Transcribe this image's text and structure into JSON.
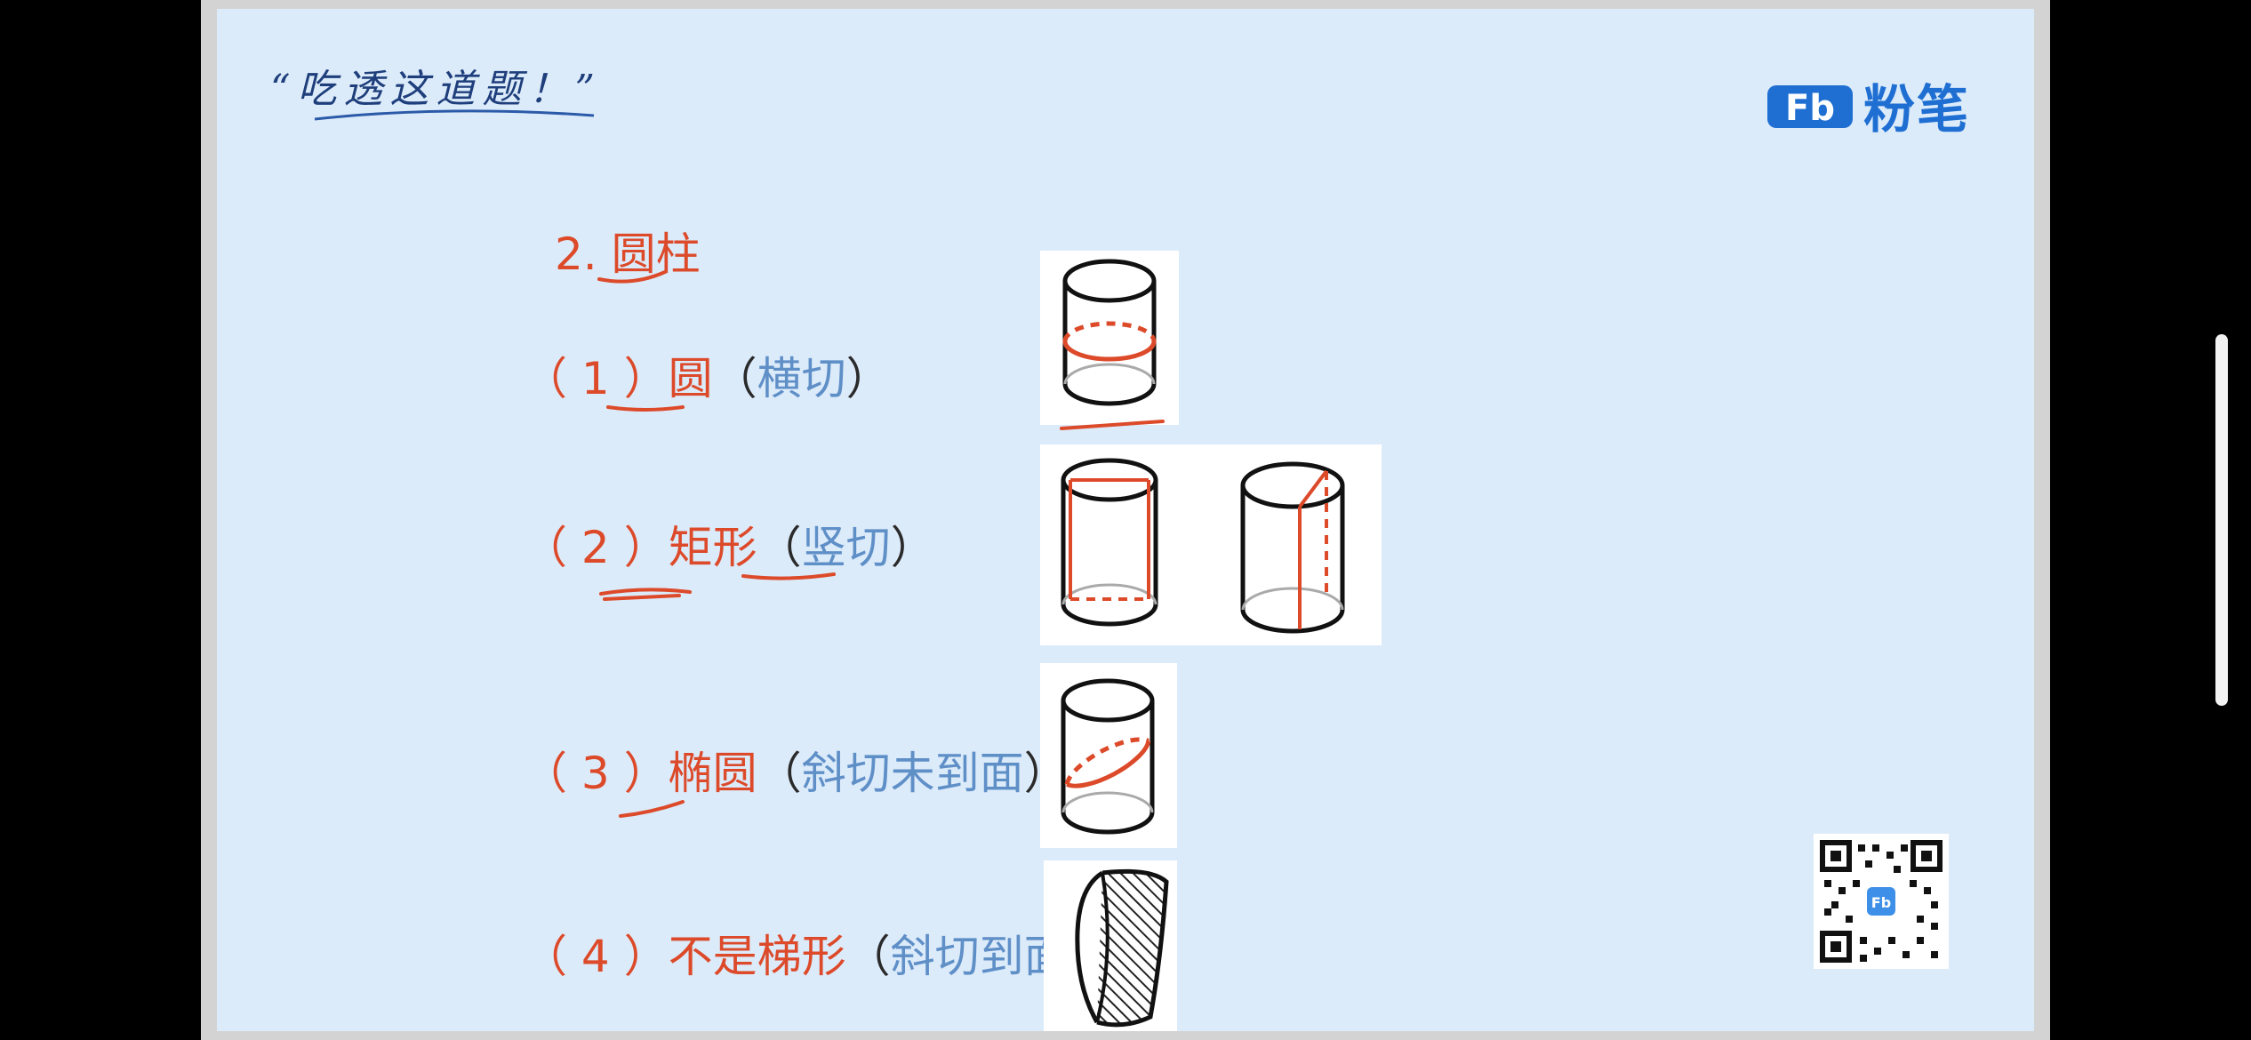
{
  "header": {
    "slogan": "“吃透这道题！”",
    "logo_text": "粉笔",
    "logo_mark": "Fb"
  },
  "section": {
    "number": "2.",
    "title": "圆柱"
  },
  "items": [
    {
      "index": "（ 1 ）",
      "name": "圆",
      "open": "（",
      "note": "横切",
      "close": "）"
    },
    {
      "index": "（ 2 ）",
      "name": "矩形",
      "open": "（",
      "note": "竖切",
      "close": "）"
    },
    {
      "index": "（ 3 ）",
      "name": "椭圆",
      "open": "（",
      "note": "斜切未到面",
      "close": "）"
    },
    {
      "index": "（ 4 ）",
      "name": "不是梯形",
      "open": "（",
      "note": "斜切到面",
      "close": "）"
    }
  ],
  "icons": {
    "logo": "fenbi-logo-icon",
    "qr": "qr-code-icon",
    "cylinder_horizontal": "cylinder-horizontal-cut-icon",
    "cylinder_vertical": "cylinder-vertical-cut-icon",
    "cylinder_oblique": "cylinder-oblique-cut-icon",
    "cylinder_oblique_face": "cylinder-oblique-face-cut-icon"
  },
  "colors": {
    "slide_bg": "#dcebfa",
    "accent_red": "#dc4a2a",
    "note_blue": "#5f8fc7",
    "brand_blue": "#1f6fd3"
  }
}
